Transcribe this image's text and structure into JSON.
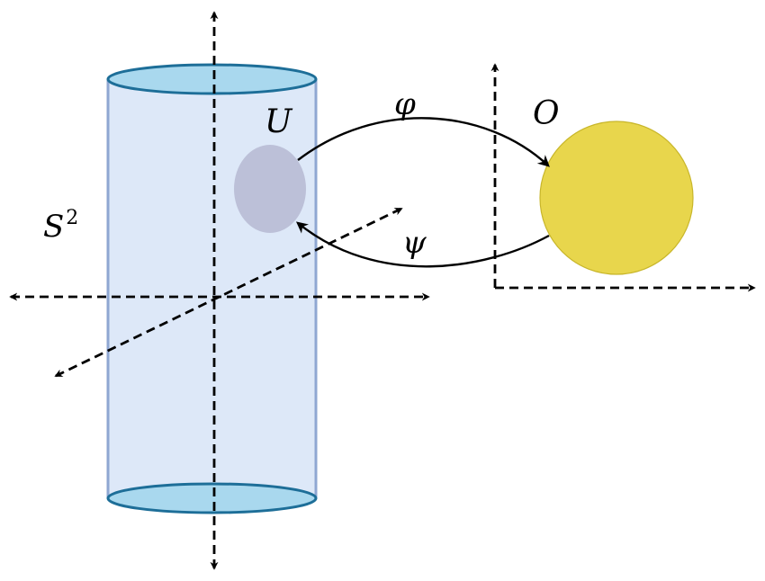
{
  "labels": {
    "sphere": "S",
    "sphere_exponent": "2",
    "open_set": "U",
    "chart_map": "φ",
    "inverse_map": "ψ",
    "target_set": "O"
  },
  "colors": {
    "cylinder_body": "#dde8f8",
    "cylinder_edge": "#8fa7d2",
    "cylinder_cap": "#a9d8ee",
    "cylinder_cap_edge": "#1d6e98",
    "open_set_fill": "#bcc0d8",
    "target_fill": "#e8d64c",
    "target_edge": "#c8b62a",
    "stroke": "#000000"
  }
}
